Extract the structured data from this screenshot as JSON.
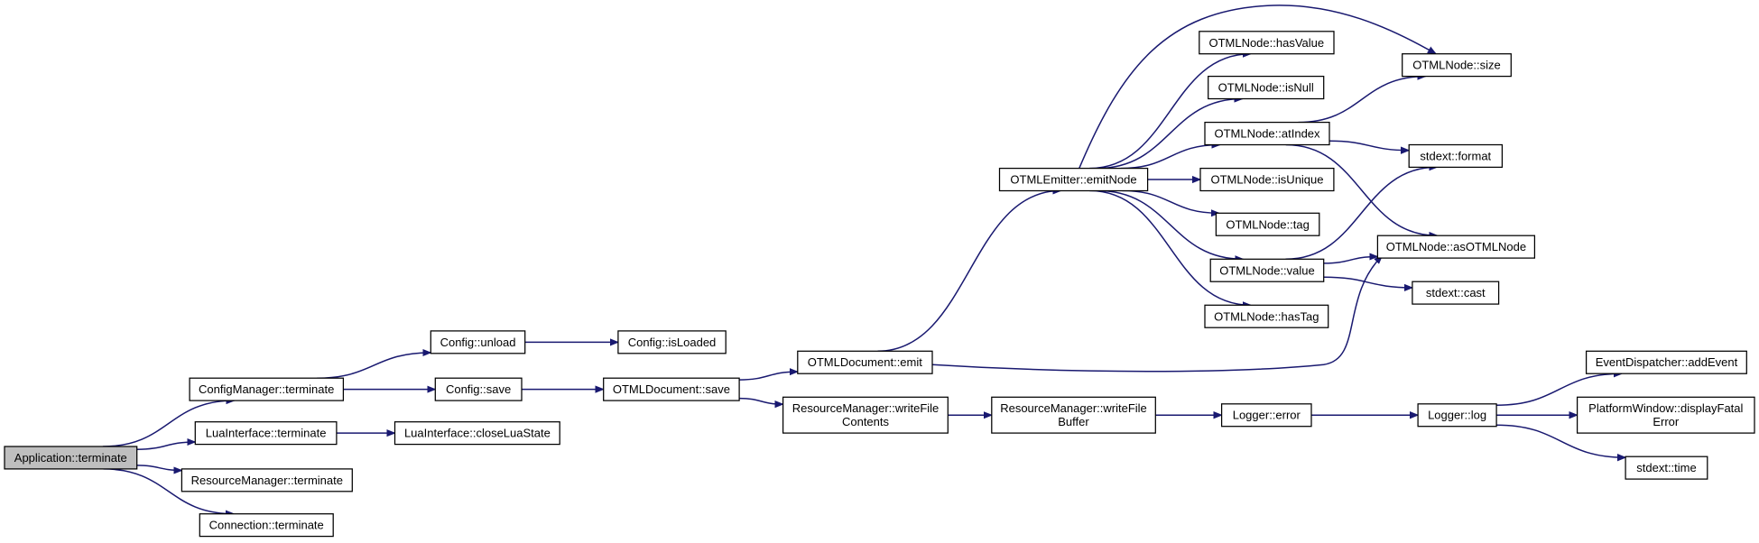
{
  "graph": {
    "edge_color": "#191970",
    "root_fill": "#bfbfbf",
    "nodes": [
      {
        "id": "app_terminate",
        "label": [
          "Application::terminate"
        ],
        "root": true
      },
      {
        "id": "configmgr_terminate",
        "label": [
          "ConfigManager::terminate"
        ]
      },
      {
        "id": "lua_terminate",
        "label": [
          "LuaInterface::terminate"
        ]
      },
      {
        "id": "resmgr_terminate",
        "label": [
          "ResourceManager::terminate"
        ]
      },
      {
        "id": "conn_terminate",
        "label": [
          "Connection::terminate"
        ]
      },
      {
        "id": "config_unload",
        "label": [
          "Config::unload"
        ]
      },
      {
        "id": "config_save",
        "label": [
          "Config::save"
        ]
      },
      {
        "id": "lua_closestate",
        "label": [
          "LuaInterface::closeLuaState"
        ]
      },
      {
        "id": "config_isloaded",
        "label": [
          "Config::isLoaded"
        ]
      },
      {
        "id": "otmldoc_save",
        "label": [
          "OTMLDocument::save"
        ]
      },
      {
        "id": "otmldoc_emit",
        "label": [
          "OTMLDocument::emit"
        ]
      },
      {
        "id": "resmgr_writefilecontents",
        "label": [
          "ResourceManager::writeFile",
          "Contents"
        ]
      },
      {
        "id": "otmlemitter_emitnode",
        "label": [
          "OTMLEmitter::emitNode"
        ]
      },
      {
        "id": "resmgr_writefilebuffer",
        "label": [
          "ResourceManager::writeFile",
          "Buffer"
        ]
      },
      {
        "id": "otmlnode_hasvalue",
        "label": [
          "OTMLNode::hasValue"
        ]
      },
      {
        "id": "otmlnode_isnull",
        "label": [
          "OTMLNode::isNull"
        ]
      },
      {
        "id": "otmlnode_atindex",
        "label": [
          "OTMLNode::atIndex"
        ]
      },
      {
        "id": "otmlnode_isunique",
        "label": [
          "OTMLNode::isUnique"
        ]
      },
      {
        "id": "otmlnode_tag",
        "label": [
          "OTMLNode::tag"
        ]
      },
      {
        "id": "otmlnode_value",
        "label": [
          "OTMLNode::value"
        ]
      },
      {
        "id": "otmlnode_hastag",
        "label": [
          "OTMLNode::hasTag"
        ]
      },
      {
        "id": "logger_error",
        "label": [
          "Logger::error"
        ]
      },
      {
        "id": "otmlnode_size",
        "label": [
          "OTMLNode::size"
        ]
      },
      {
        "id": "stdext_format",
        "label": [
          "stdext::format"
        ]
      },
      {
        "id": "otmlnode_asotmlnode",
        "label": [
          "OTMLNode::asOTMLNode"
        ]
      },
      {
        "id": "stdext_cast",
        "label": [
          "stdext::cast"
        ]
      },
      {
        "id": "logger_log",
        "label": [
          "Logger::log"
        ]
      },
      {
        "id": "eventdispatcher_addevent",
        "label": [
          "EventDispatcher::addEvent"
        ]
      },
      {
        "id": "platformwindow_displayfatalerror",
        "label": [
          "PlatformWindow::displayFatal",
          "Error"
        ]
      },
      {
        "id": "stdext_time",
        "label": [
          "stdext::time"
        ]
      }
    ],
    "edges": [
      [
        "app_terminate",
        "configmgr_terminate"
      ],
      [
        "app_terminate",
        "lua_terminate"
      ],
      [
        "app_terminate",
        "resmgr_terminate"
      ],
      [
        "app_terminate",
        "conn_terminate"
      ],
      [
        "configmgr_terminate",
        "config_unload"
      ],
      [
        "configmgr_terminate",
        "config_save"
      ],
      [
        "config_unload",
        "config_isloaded"
      ],
      [
        "config_save",
        "otmldoc_save"
      ],
      [
        "lua_terminate",
        "lua_closestate"
      ],
      [
        "otmldoc_save",
        "otmldoc_emit"
      ],
      [
        "otmldoc_save",
        "resmgr_writefilecontents"
      ],
      [
        "otmldoc_emit",
        "otmlemitter_emitnode"
      ],
      [
        "otmldoc_emit",
        "otmlnode_asotmlnode"
      ],
      [
        "otmlemitter_emitnode",
        "otmlnode_size"
      ],
      [
        "otmlemitter_emitnode",
        "otmlnode_hasvalue"
      ],
      [
        "otmlemitter_emitnode",
        "otmlnode_isnull"
      ],
      [
        "otmlemitter_emitnode",
        "otmlnode_atindex"
      ],
      [
        "otmlemitter_emitnode",
        "otmlnode_isunique"
      ],
      [
        "otmlemitter_emitnode",
        "otmlnode_tag"
      ],
      [
        "otmlemitter_emitnode",
        "otmlnode_value"
      ],
      [
        "otmlemitter_emitnode",
        "otmlnode_hastag"
      ],
      [
        "otmlnode_atindex",
        "otmlnode_size"
      ],
      [
        "otmlnode_atindex",
        "stdext_format"
      ],
      [
        "otmlnode_atindex",
        "otmlnode_asotmlnode"
      ],
      [
        "otmlnode_value",
        "stdext_format"
      ],
      [
        "otmlnode_value",
        "otmlnode_asotmlnode"
      ],
      [
        "otmlnode_value",
        "stdext_cast"
      ],
      [
        "resmgr_writefilecontents",
        "resmgr_writefilebuffer"
      ],
      [
        "resmgr_writefilebuffer",
        "logger_error"
      ],
      [
        "logger_error",
        "logger_log"
      ],
      [
        "logger_log",
        "eventdispatcher_addevent"
      ],
      [
        "logger_log",
        "platformwindow_displayfatalerror"
      ],
      [
        "logger_log",
        "stdext_time"
      ]
    ]
  }
}
